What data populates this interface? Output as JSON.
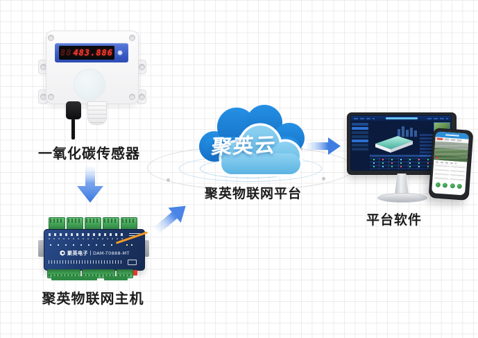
{
  "diagram": {
    "sensor": {
      "label": "一氧化碳传感器",
      "display_ghost": "88",
      "display_value": "483.886"
    },
    "host": {
      "label": "聚英物联网主机",
      "brand": "聚英电子",
      "model": "DAM-T0888-MT"
    },
    "cloud": {
      "name": "聚英云",
      "platform_label": "聚英物联网平台"
    },
    "software": {
      "label": "平台软件"
    },
    "icons": {
      "arrow_down": "▼",
      "arrow_up_right": "↗",
      "arrow_right": "▶"
    },
    "colors": {
      "arrow_blue": "#3f7de2",
      "cloud_dark": "#1a80d6",
      "cloud_light": "#6cc2ea",
      "terminal_green": "#3f9e52",
      "led_red": "#ff372b",
      "accent_orange": "#f59b25",
      "band_blue": "#3a5cc6"
    }
  }
}
